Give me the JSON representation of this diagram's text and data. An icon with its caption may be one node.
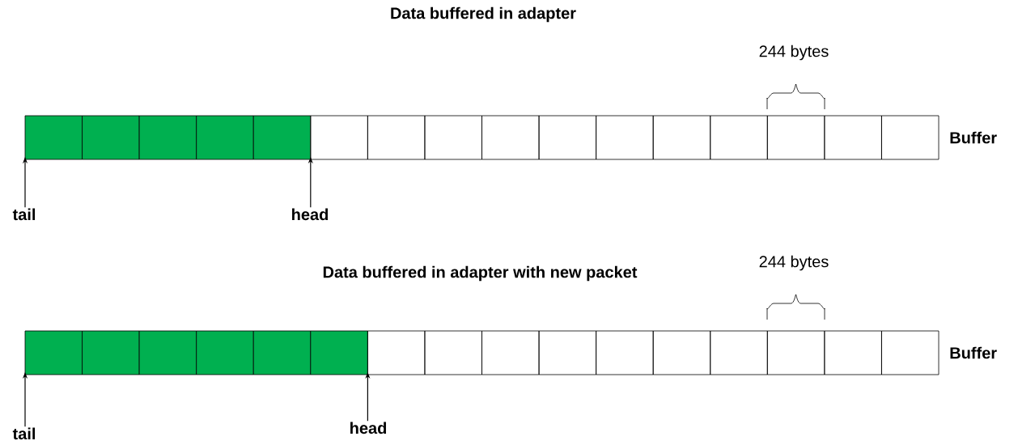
{
  "diagram": {
    "nodes": [
      {
        "text": [
          "Buffer"
        ]
      },
      {
        "text": [],
        "shape": "box",
        "in": 0
      },
      {
        "text": [],
        "shape": "box",
        "in": 0
      },
      {
        "text": [],
        "shape": "box",
        "in": 0
      },
      {
        "text": [],
        "shape": "box",
        "in": 0
      },
      {
        "text": [],
        "shape": "box",
        "in": 0
      },
      {
        "text": [],
        "shape": "box",
        "in": 0
      },
      {
        "text": [],
        "shape": "box",
        "in": 0
      },
      {
        "text": [],
        "shape": "box",
        "in": 0
      },
      {
        "text": [],
        "shape": "box",
        "in": 0
      },
      {
        "text": [],
        "shape": "box",
        "in": 0
      },
      {
        "text": [],
        "shape": "box",
        "in": 0
      },
      {
        "text": [],
        "shape": "box",
        "in": 0
      },
      {
        "text": [],
        "shape": "box",
        "in": 0
      },
      {
        "text": [],
        "shape": "box",
        "in": 0
      },
      {
        "text": [],
        "shape": "box",
        "in": 0
      },
      {
        "text": [],
        "shape": "box",
        "in": 0
      },
      {
        "text": [
          "tail"
        ]
      },
      {
        "text": [
          "head"
        ]
      },
      {
        "text": [
          "Buffer"
        ]
      },
      {
        "text": [],
        "shape": "box",
        "in": 19
      },
      {
        "text": [],
        "shape": "box",
        "in": 19
      },
      {
        "text": [],
        "shape": "box",
        "in": 19
      },
      {
        "text": [],
        "shape": "box",
        "in": 19
      },
      {
        "text": [],
        "shape": "box",
        "in": 19
      },
      {
        "text": [],
        "shape": "box",
        "in": 19
      },
      {
        "text": [],
        "shape": "box",
        "in": 19
      },
      {
        "text": [],
        "shape": "box",
        "in": 19
      },
      {
        "text": [],
        "shape": "box",
        "in": 19
      },
      {
        "text": [],
        "shape": "box",
        "in": 19
      },
      {
        "text": [],
        "shape": "box",
        "in": 19
      },
      {
        "text": [],
        "shape": "box",
        "in": 19
      },
      {
        "text": [],
        "shape": "box",
        "in": 19
      },
      {
        "text": [],
        "shape": "box",
        "in": 19
      },
      {
        "text": [],
        "shape": "box",
        "in": 19
      },
      {
        "text": [],
        "shape": "box",
        "in": 19
      },
      {
        "text": [
          "tail"
        ]
      },
      {
        "text": [
          "head"
        ]
      }
    ],
    "edges": [
      {
        "from": 17,
        "to": 1,
        "arrow": "to"
      },
      {
        "from": 18,
        "to": 6,
        "arrow": "to"
      },
      {
        "from": 36,
        "to": 20,
        "arrow": "to"
      },
      {
        "from": 37,
        "to": 26,
        "arrow": "to"
      }
    ],
    "labels": [
      "Data buffered in adapter",
      "244 bytes",
      "Data buffered in adapter with new packet",
      "244 bytes"
    ]
  }
}
